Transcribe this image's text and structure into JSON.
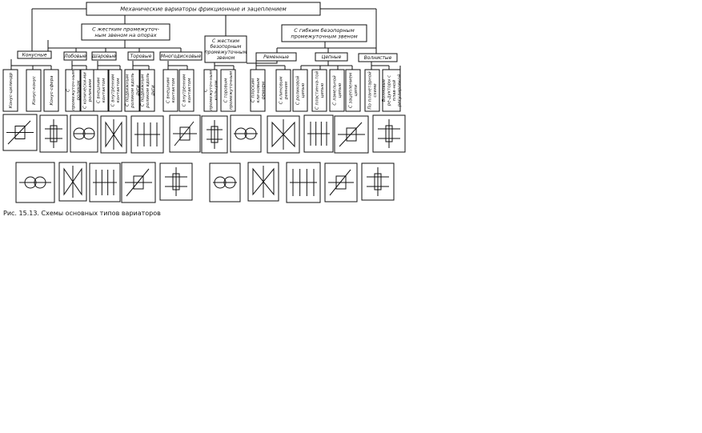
{
  "diagram": {
    "root": {
      "lines": [
        "Механические вариаторы фрикционные и зацеплением"
      ]
    },
    "groups": {
      "rigid": {
        "lines": [
          "С жестким промежуточ-",
          "ным звеном на опорах"
        ]
      },
      "rigid_free": {
        "lines": [
          "С жестким",
          "безопорным",
          "промежуточным",
          "звеном"
        ]
      },
      "flexible": {
        "lines": [
          "С гибким безопорным",
          "промежуточным звеном"
        ]
      }
    },
    "subgroups": {
      "conical": "Конусные",
      "frontal": "Лобовые",
      "globoid": "Шаровые",
      "toroidal": "Торовые",
      "multidisc": "Многодисковые",
      "belt": "Ременные",
      "chain": "Цепные",
      "wave": "Волнистые"
    },
    "types": [
      {
        "name": "type-cone-cylinder",
        "text": "Конус-цилиндр"
      },
      {
        "name": "type-cone-cone",
        "text": "Конус-конус"
      },
      {
        "name": "type-cone-sphere",
        "text": "Конус-сфера"
      },
      {
        "name": "type-frontal-radial",
        "text": "С промежуточ-ным роликом"
      },
      {
        "name": "type-frontal-conical",
        "text": "С конически-ми роликами"
      },
      {
        "name": "type-globoid-ext",
        "text": "С внешним контактом"
      },
      {
        "name": "type-globoid-int",
        "text": "С внутренним контактом"
      },
      {
        "name": "type-toroid-1",
        "text": "С подвижным роликом вдоль дуги"
      },
      {
        "name": "type-toroid-2",
        "text": "С подвижным роликом вдоль дуги"
      },
      {
        "name": "type-multi-ext",
        "text": "С внешним контактом"
      },
      {
        "name": "type-multi-int",
        "text": "С внутренним контактом"
      },
      {
        "name": "type-rigidfree-1",
        "text": "С промежуточ-ным кольцом"
      },
      {
        "name": "type-rigidfree-2",
        "text": "С торовым промежуточным"
      },
      {
        "name": "type-belt-1",
        "text": "С плоским кли-новым ремнем"
      },
      {
        "name": "type-belt-2",
        "text": "С клиновым ремнем"
      },
      {
        "name": "type-chain-roller",
        "text": "С роликовой цепью"
      },
      {
        "name": "type-chain-plate",
        "text": "С пластинча-той цепью"
      },
      {
        "name": "type-chain-lamellar",
        "text": "С ламельной цепью"
      },
      {
        "name": "type-chain-other",
        "text": "С зацеплением цепи"
      },
      {
        "name": "type-wave-1",
        "text": "По планетарной схеме"
      },
      {
        "name": "type-wave-2",
        "text": "Волновые ре-дукторы с плав-ной регулировкой"
      }
    ],
    "caption": "Рис. 15.13. Схемы основных типов вариаторов"
  }
}
